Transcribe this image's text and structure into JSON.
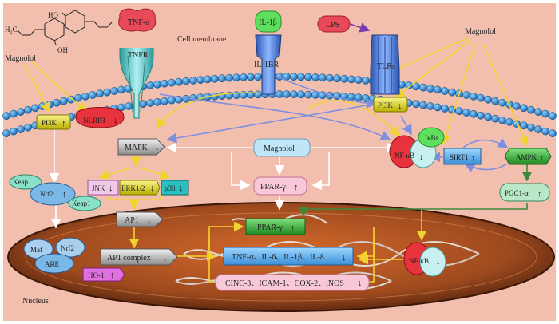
{
  "molecule_label": "H₂C",
  "molecule_oh_top": "HO",
  "molecule_oh_bottom": "OH",
  "cell_membrane": "Cell membrane",
  "nucleus": "Nucleus",
  "magnolol_left": "Magnolol",
  "magnolol_right": "Magnolol",
  "magnolol_center": "Magnolol",
  "receptors": {
    "tnfa": "TNF-α",
    "tnfr": "TNFR",
    "il1b": "IL-1β",
    "il1br": "IL-1BR",
    "lps": "LPS",
    "tlrs": "TLRs"
  },
  "nodes": {
    "pi3k_left": "PI3K",
    "nlrp3": "NLRP3",
    "mapk": "MAPK",
    "jnk": "JNK",
    "erk": "ERK1/2",
    "p38": "p38",
    "ap1": "AP1",
    "keap1_top": "Keap1",
    "nrf2_left": "Nrf2",
    "keap1_bottom": "Keap1",
    "maf": "Maf",
    "nrf2_nuc": "Nrf2",
    "are": "ARE",
    "ho1": "HO-1",
    "ap1_complex": "AP1 complex",
    "pparg_cyto": "PPAR-γ",
    "pparg_nuc": "PPAR-γ",
    "cytokines": "TNF-α、IL-6、IL-1β、IL-8",
    "genes": "CINC-3、ICAM-1、COX-2、iNOS",
    "pi3k_right": "PI3K",
    "nfkb_cyto": "NF-κB",
    "ikbs": "IκBs",
    "sirt1": "SIRT1",
    "ampk": "AMPK",
    "pgc1a": "PGC1-α",
    "nfkb_nuc": "NF-κB"
  },
  "arrows": {
    "up": "↑",
    "down": "↓"
  },
  "colors": {
    "background": "#f2bfae",
    "membrane_bead": "#1f7fc4",
    "nucleus_fill": "#b0582a",
    "yellow_arrow": "#f2d22e",
    "blue_arrow": "#7f8fe0",
    "white_arrow": "#ffffff",
    "green_arrow": "#3a8a3a"
  }
}
